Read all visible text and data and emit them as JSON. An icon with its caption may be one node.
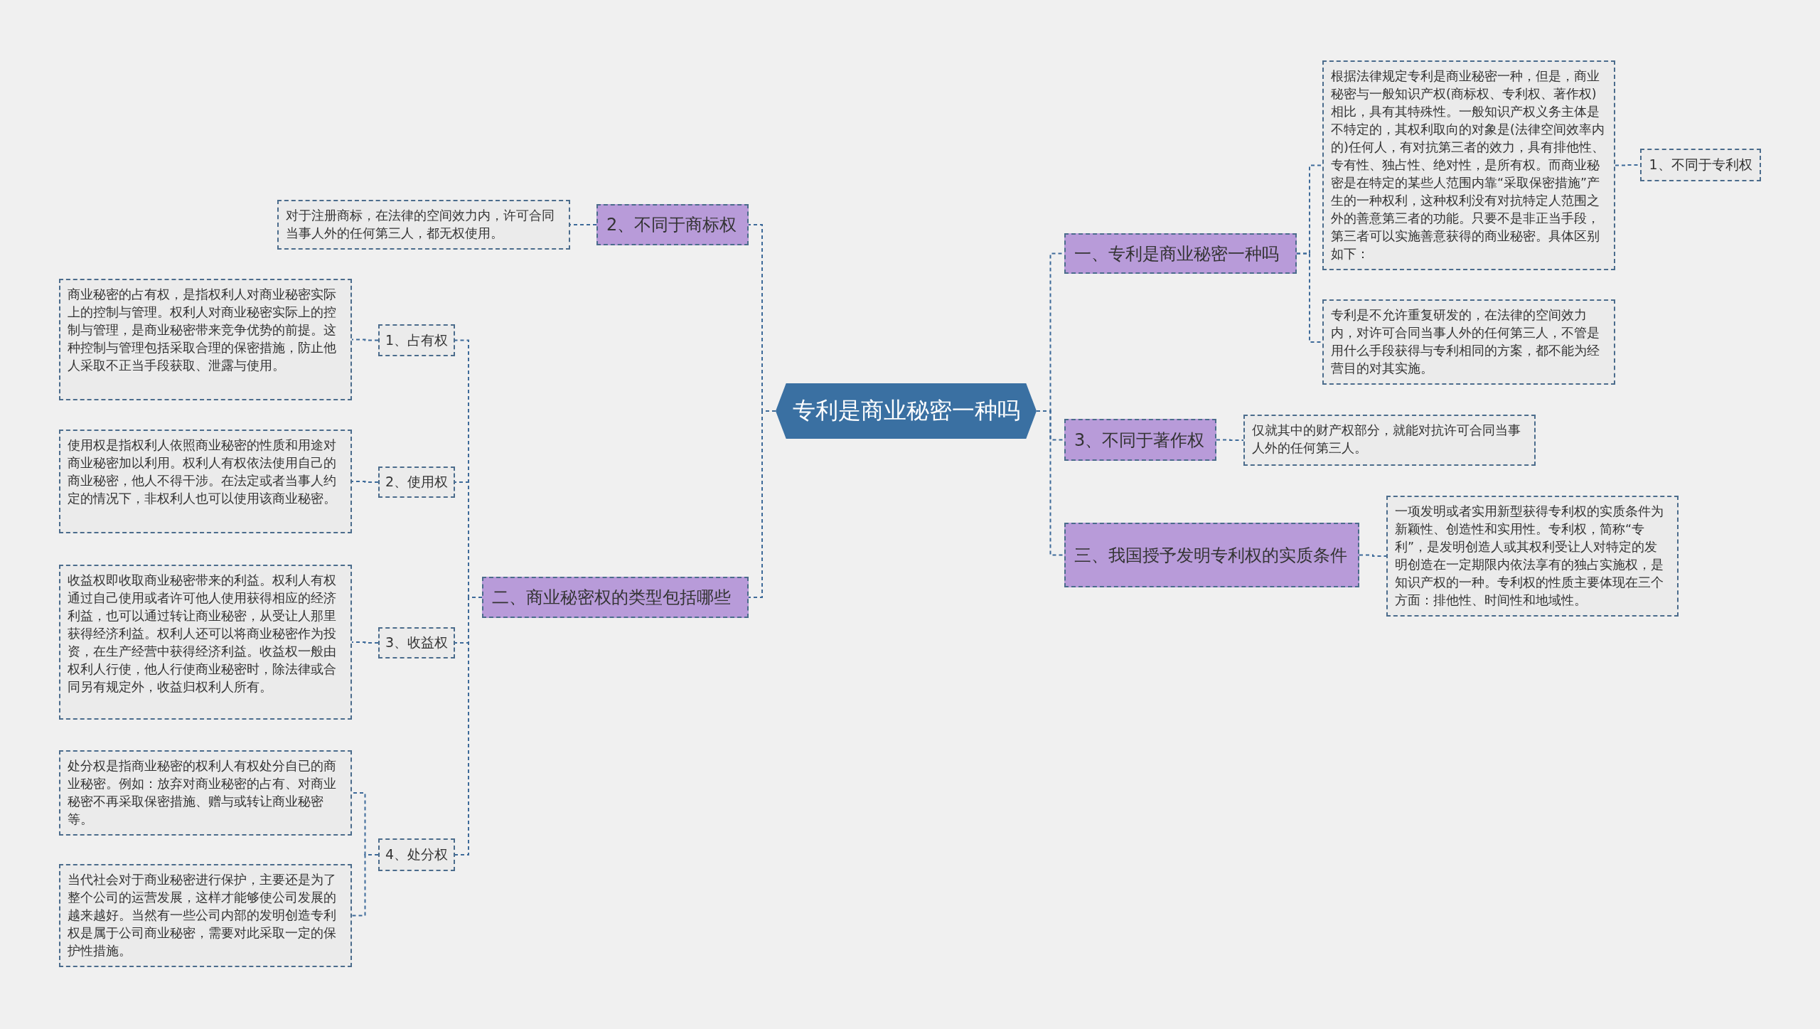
{
  "diagram": {
    "nodes": [
      {
        "text": [
          "专利是商业秘密一种吗"
        ]
      },
      {
        "text": [
          "一、专利是商业秘密一种吗"
        ]
      },
      {
        "text": [
          "根据法律规定专利是商业秘密一种，但是，商业秘密与一般知识产权(商标权、专利权、著作权)相比，具有其特殊性。一般知识产权义务主体是不特定的，其权利取向的对象是(法律空间效率内的)任何人，有对抗第三者的效力，具有排他性、专有性、独占性、绝对性，是所有权。而商业秘密是在特定的某些人范围内靠“采取保密措施”产生的一种权利，这种权利没有对抗特定人范围之外的善意第三者的功能。只要不是非正当手段，第三者可以实施善意获得的商业秘密。具体区别如下："
        ]
      },
      {
        "text": [
          "1、不同于专利权"
        ]
      },
      {
        "text": [
          "专利是不允许重复研发的，在法律的空间效力内，对许可合同当事人外的任何第三人，不管是用什么手段获得与专利相同的方案，都不能为经营目的对其实施。"
        ]
      },
      {
        "text": [
          "2、不同于商标权"
        ]
      },
      {
        "text": [
          "对于注册商标，在法律的空间效力内，许可合同当事人外的任何第三人，都无权使用。"
        ]
      },
      {
        "text": [
          "3、不同于著作权"
        ]
      },
      {
        "text": [
          "仅就其中的财产权部分，就能对抗许可合同当事人外的任何第三人。"
        ]
      },
      {
        "text": [
          "二、商业秘密权的类型包括哪些"
        ]
      },
      {
        "text": [
          "1、占有权"
        ]
      },
      {
        "text": [
          "商业秘密的占有权，是指权利人对商业秘密实际上的控制与管理。权利人对商业秘密实际上的控制与管理，是商业秘密带来竞争优势的前提。这种控制与管理包括采取合理的保密措施，防止他人采取不正当手段获取、泄露与使用。"
        ]
      },
      {
        "text": [
          "2、使用权"
        ]
      },
      {
        "text": [
          "使用权是指权利人依照商业秘密的性质和用途对商业秘密加以利用。权利人有权依法使用自己的商业秘密，他人不得干涉。在法定或者当事人约定的情况下，非权利人也可以使用该商业秘密。"
        ]
      },
      {
        "text": [
          "3、收益权"
        ]
      },
      {
        "text": [
          "收益权即收取商业秘密带来的利益。权利人有权通过自己使用或者许可他人使用获得相应的经济利益，也可以通过转让商业秘密，从受让人那里获得经济利益。权利人还可以将商业秘密作为投资，在生产经营中获得经济利益。收益权一般由权利人行使，他人行使商业秘密时，除法律或合同另有规定外，收益归权利人所有。"
        ]
      },
      {
        "text": [
          "4、处分权"
        ]
      },
      {
        "text": [
          "处分权是指商业秘密的权利人有权处分自已的商业秘密。例如：放弃对商业秘密的占有、对商业秘密不再采取保密措施、赠与或转让商业秘密等。"
        ]
      },
      {
        "text": [
          "当代社会对于商业秘密进行保护，主要还是为了整个公司的运营发展，这样才能够使公司发展的越来越好。当然有一些公司内部的发明创造专利权是属于公司商业秘密，需要对此采取一定的保护性措施。"
        ]
      },
      {
        "text": [
          "三、我国授予发明专利权的实质条件"
        ]
      },
      {
        "text": [
          "一项发明或者实用新型获得专利权的实质条件为新颖性、创造性和实用性。专利权，简称“专利”，是发明创造人或其权利受让人对特定的发明创造在一定期限内依法享有的独占实施权，是知识产权的一种。专利权的性质主要体现在三个方面：排他性、时间性和地域性。"
        ]
      }
    ],
    "edges": [
      {
        "from": 0,
        "to": 1,
        "arrow": "none"
      },
      {
        "from": 1,
        "to": 2,
        "arrow": "none"
      },
      {
        "from": 2,
        "to": 3,
        "arrow": "none"
      },
      {
        "from": 1,
        "to": 4,
        "arrow": "none"
      },
      {
        "from": 0,
        "to": 5,
        "arrow": "none"
      },
      {
        "from": 5,
        "to": 6,
        "arrow": "none"
      },
      {
        "from": 0,
        "to": 7,
        "arrow": "none"
      },
      {
        "from": 7,
        "to": 8,
        "arrow": "none"
      },
      {
        "from": 0,
        "to": 9,
        "arrow": "none"
      },
      {
        "from": 9,
        "to": 10,
        "arrow": "none"
      },
      {
        "from": 10,
        "to": 11,
        "arrow": "none"
      },
      {
        "from": 9,
        "to": 12,
        "arrow": "none"
      },
      {
        "from": 12,
        "to": 13,
        "arrow": "none"
      },
      {
        "from": 9,
        "to": 14,
        "arrow": "none"
      },
      {
        "from": 14,
        "to": 15,
        "arrow": "none"
      },
      {
        "from": 9,
        "to": 16,
        "arrow": "none"
      },
      {
        "from": 16,
        "to": 17,
        "arrow": "none"
      },
      {
        "from": 16,
        "to": 18,
        "arrow": "none"
      },
      {
        "from": 0,
        "to": 19,
        "arrow": "none"
      },
      {
        "from": 19,
        "to": 20,
        "arrow": "none"
      }
    ]
  }
}
